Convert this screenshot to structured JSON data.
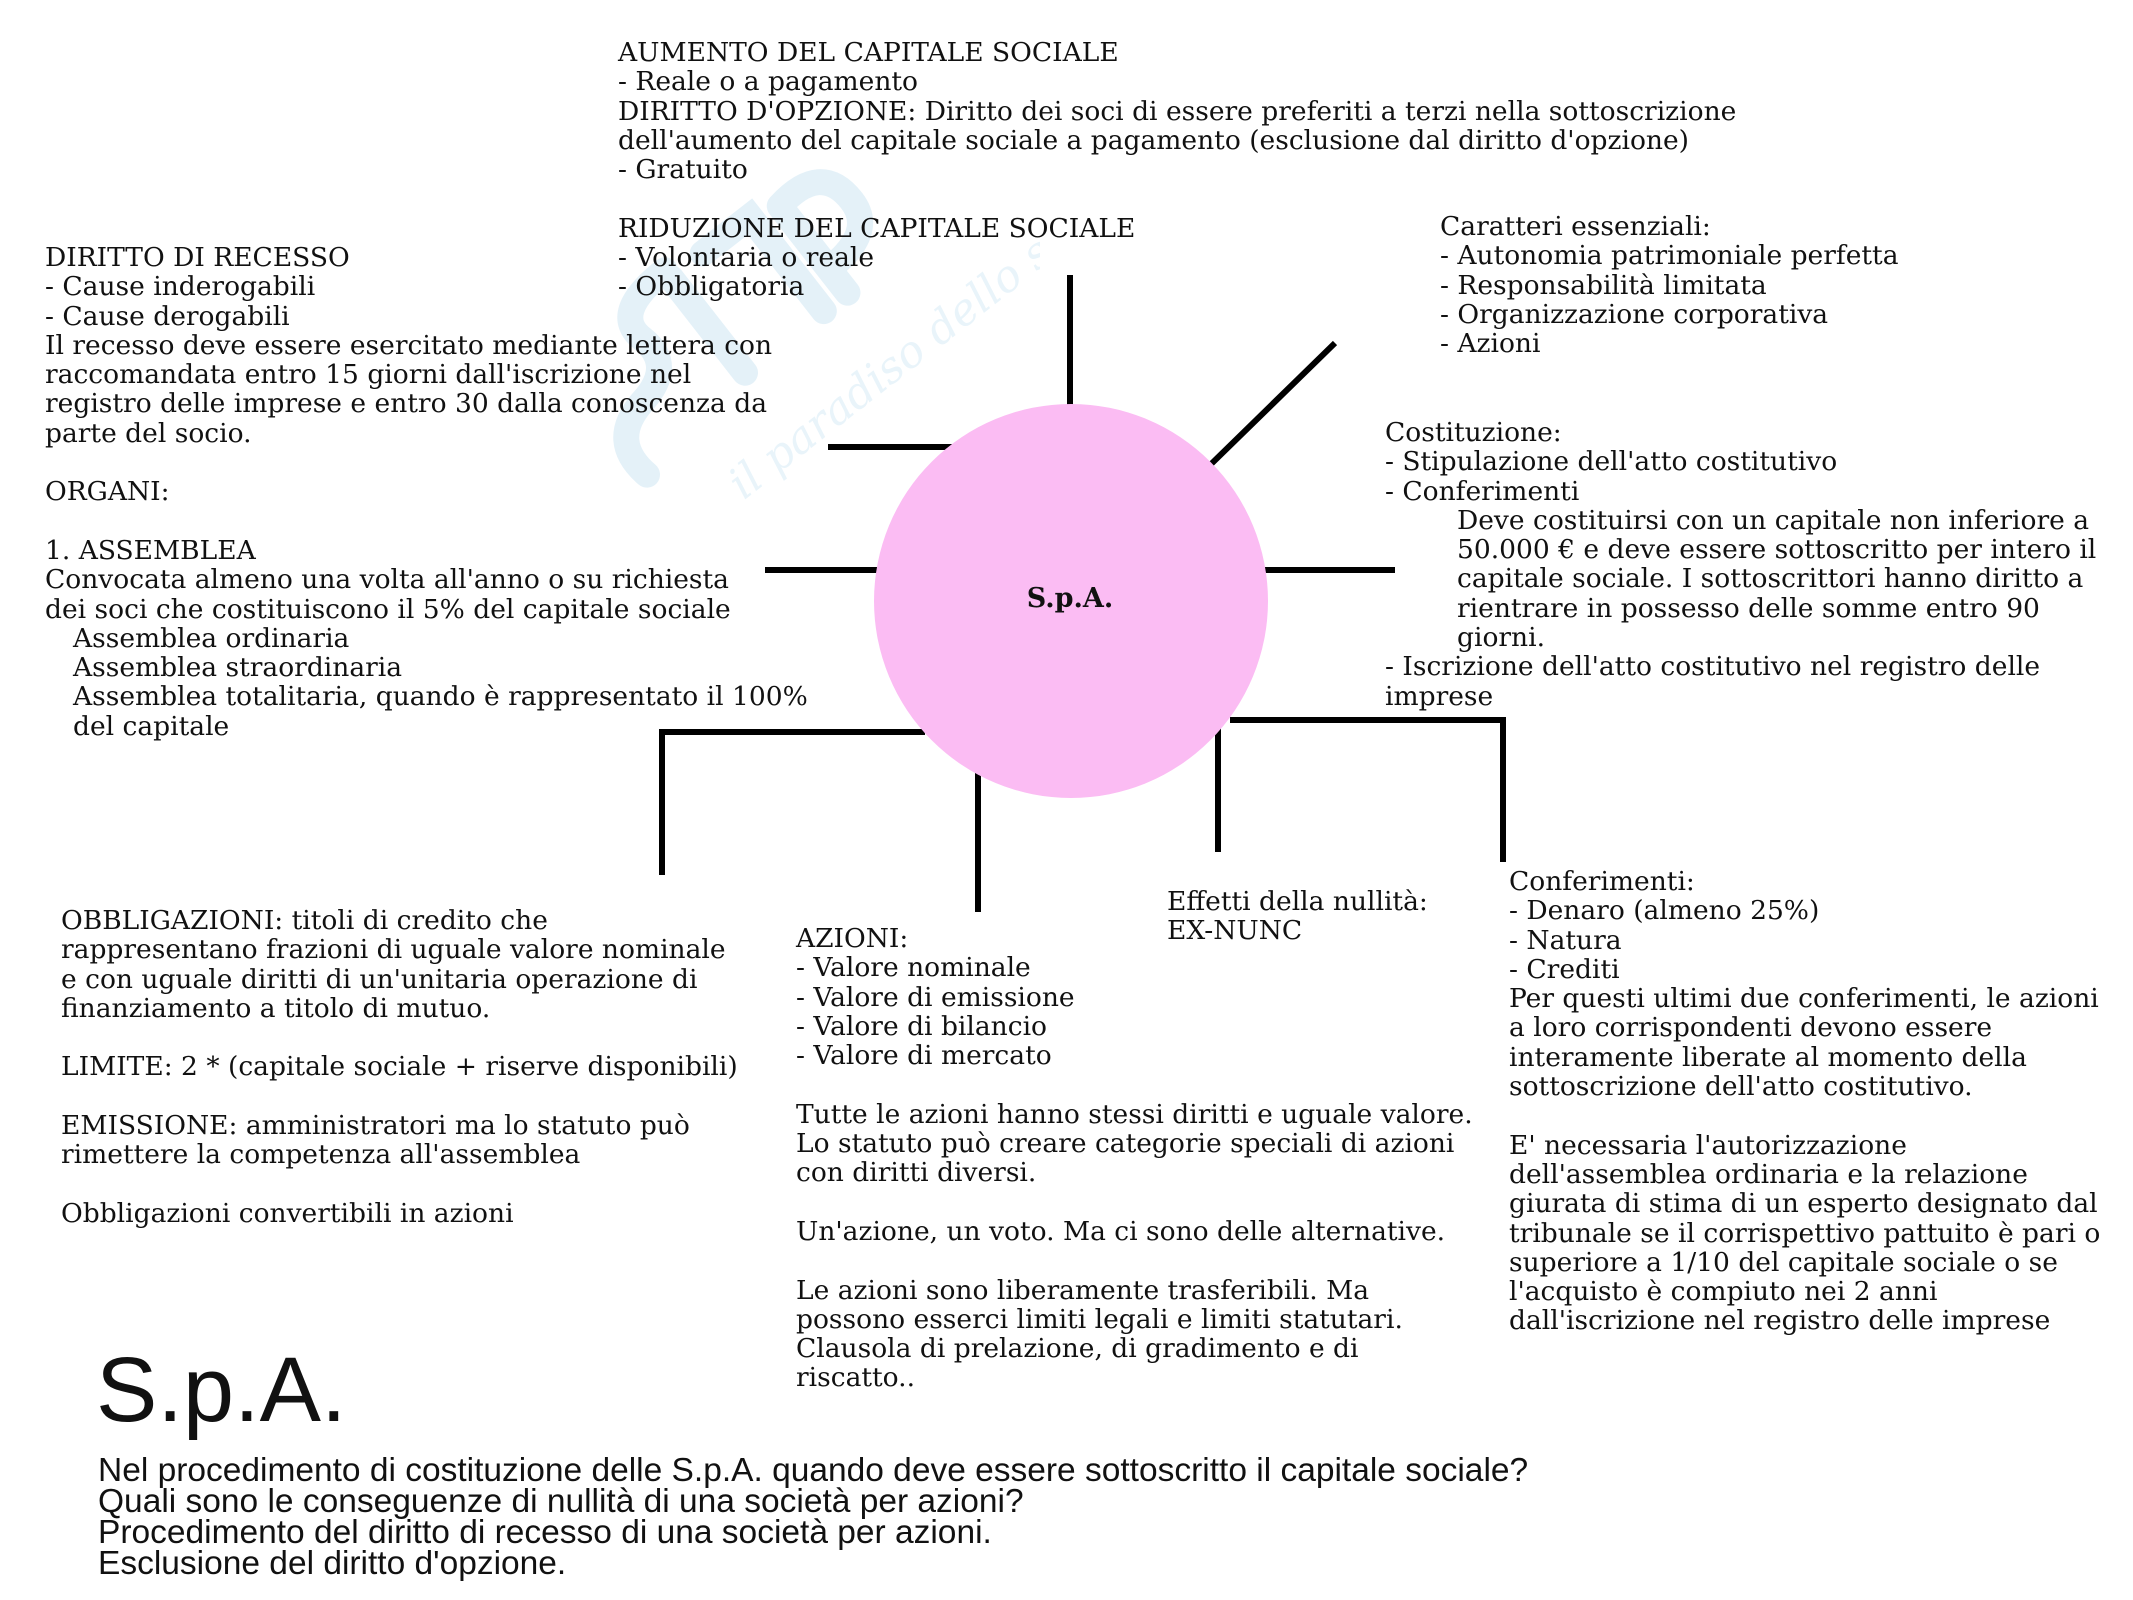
{
  "center": {
    "label": "S.p.A.",
    "fill": "#fbbcf3"
  },
  "watermark": {
    "icon": "watermark-logo-icon",
    "text": "il paradiso dello studente",
    "color": "#dbeef8"
  },
  "aumento": {
    "title": "AUMENTO DEL CAPITALE SOCIALE",
    "line1": "- Reale o a pagamento",
    "opzione_label": "DIRITTO D'OPZIONE:",
    "opzione_text": " Diritto dei soci di essere preferiti a terzi nella sottoscrizione",
    "opzione_cont": "dell'aumento del capitale sociale a pagamento (esclusione dal diritto d'opzione)",
    "line2": "- Gratuito",
    "riduzione_title": "RIDUZIONE DEL CAPITALE SOCIALE",
    "rid1": "- Volontaria o reale",
    "rid2": "- Obbligatoria"
  },
  "recesso": {
    "title": "DIRITTO DI RECESSO",
    "l1": "- Cause inderogabili",
    "l2": "- Cause derogabili",
    "l3": "Il recesso deve essere esercitato mediante lettera con",
    "l4": "raccomandata entro 15 giorni dall'iscrizione nel",
    "l5": "registro delle imprese e entro 30 dalla conoscenza da",
    "l6": "parte del socio.",
    "organi": "ORGANI:",
    "assemblea": "1. ASSEMBLEA",
    "a1": "Convocata almeno una volta all'anno o su richiesta",
    "a2": "dei soci che costituiscono il 5% del capitale sociale",
    "a3": "Assemblea ordinaria",
    "a4": "Assemblea straordinaria",
    "a5": "Assemblea totalitaria, quando è rappresentato il 100%",
    "a6": "del capitale"
  },
  "caratteri": {
    "title": "Caratteri essenziali:",
    "items": [
      "- Autonomia patrimoniale perfetta",
      "- Responsabilità limitata",
      "- Organizzazione corporativa",
      "- Azioni"
    ]
  },
  "costituzione": {
    "title": "Costituzione:",
    "l1": "- Stipulazione dell'atto costitutivo",
    "l2": "- Conferimenti",
    "c1": "Deve costituirsi con un capitale non inferiore a",
    "c2": "50.000 € e deve essere sottoscritto per intero il",
    "c3": "capitale sociale. I sottoscrittori hanno diritto a",
    "c4": "rientrare in possesso delle somme entro 90",
    "c5": "giorni.",
    "l3": "- Iscrizione dell'atto costitutivo nel registro delle",
    "l4": "imprese"
  },
  "obbligazioni": {
    "l1": "OBBLIGAZIONI: titoli di credito che",
    "l2": "rappresentano frazioni di uguale valore nominale",
    "l3": "e con uguale diritti di un'unitaria operazione di",
    "l4": "finanziamento a titolo di mutuo.",
    "limite": "LIMITE: 2 * (capitale sociale + riserve disponibili)",
    "e1": "EMISSIONE: amministratori ma lo statuto può",
    "e2": "rimettere la competenza all'assemblea",
    "conv": "Obbligazioni convertibili in azioni"
  },
  "azioni": {
    "title": "AZIONI:",
    "items": [
      "- Valore nominale",
      "- Valore di emissione",
      "- Valore di bilancio",
      "- Valore di mercato"
    ],
    "p1": "Tutte le azioni hanno stessi diritti e uguale valore.",
    "p2": "Lo statuto può creare categorie speciali di azioni",
    "p3": "con diritti diversi.",
    "p4": "Un'azione, un voto. Ma ci sono delle alternative.",
    "p5": "Le azioni sono liberamente trasferibili. Ma",
    "p6": "possono esserci limiti legali e limiti statutari.",
    "p7": "Clausola di prelazione, di gradimento e di",
    "p8": "riscatto.."
  },
  "nullita": {
    "l1": "Effetti della nullità:",
    "l2": "EX-NUNC"
  },
  "conferimenti": {
    "title": "Conferimenti:",
    "items": [
      "- Denaro (almeno 25%)",
      "- Natura",
      "- Crediti"
    ],
    "p1": "Per questi ultimi due conferimenti, le azioni",
    "p2": "a loro corrispondenti devono essere",
    "p3": "interamente liberate al momento della",
    "p4": "sottoscrizione dell'atto costitutivo.",
    "q1": "E' necessaria l'autorizzazione",
    "q2": "dell'assemblea ordinaria e la relazione",
    "q3": "giurata di stima di un esperto designato dal",
    "q4": "tribunale se il corrispettivo pattuito è pari o",
    "q5": "superiore a 1/10 del capitale sociale o se",
    "q6": "l'acquisto è compiuto nei 2 anni",
    "q7": "dall'iscrizione nel registro delle imprese"
  },
  "title": "S.p.A.",
  "questions": [
    "Nel procedimento di costituzione delle S.p.A. quando deve essere sottoscritto il capitale sociale?",
    "Quali sono le conseguenze di nullità di una società per azioni?",
    "Procedimento del diritto di recesso di una società per azioni.",
    "Esclusione del diritto d'opzione."
  ]
}
